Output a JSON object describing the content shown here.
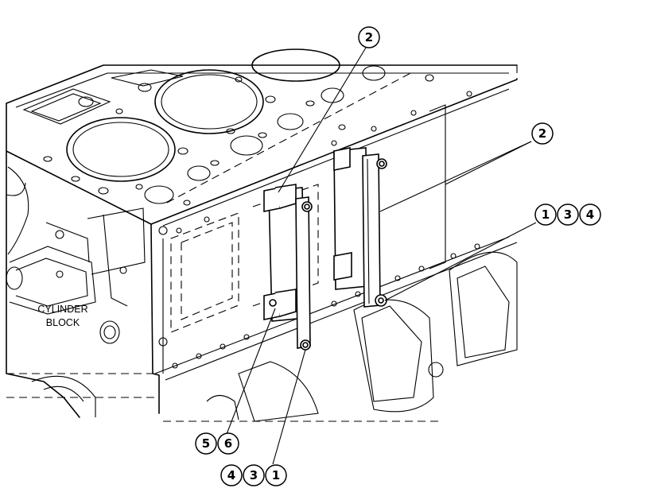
{
  "figure": {
    "block_label_line1": "CYLINDER",
    "block_label_line2": "BLOCK",
    "callouts": {
      "top": [
        "2"
      ],
      "right_upper": [
        "2"
      ],
      "right_lower": [
        "1",
        "3",
        "4"
      ],
      "bottom_left": [
        "5",
        "6"
      ],
      "bottom": [
        "4",
        "3",
        "1"
      ]
    }
  }
}
